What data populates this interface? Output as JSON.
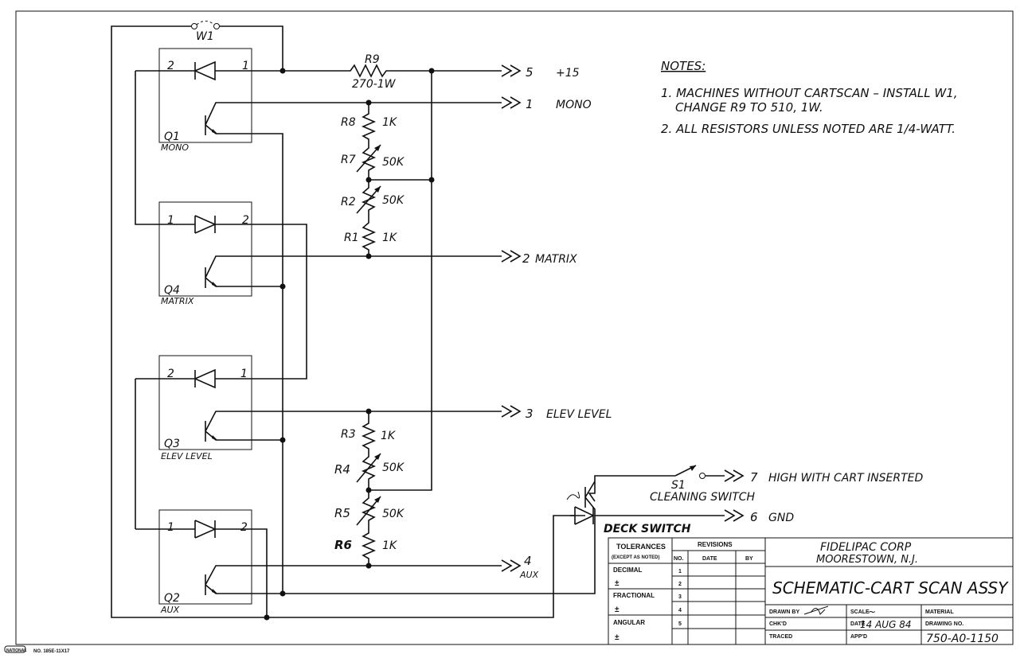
{
  "sheet": {
    "links": {
      "w1": "W1"
    },
    "components": {
      "q1": {
        "ref": "Q1",
        "name": "MONO",
        "pin_a": "2",
        "pin_b": "1"
      },
      "q4": {
        "ref": "Q4",
        "name": "MATRIX",
        "pin_a": "1",
        "pin_b": "2"
      },
      "q3": {
        "ref": "Q3",
        "name": "ELEV LEVEL",
        "pin_a": "2",
        "pin_b": "1"
      },
      "q2": {
        "ref": "Q2",
        "name": "AUX",
        "pin_a": "1",
        "pin_b": "2"
      }
    },
    "resistors": {
      "r9": {
        "ref": "R9",
        "value": "270-1W"
      },
      "r8": {
        "ref": "R8",
        "value": "1K"
      },
      "r7": {
        "ref": "R7",
        "value": "50K"
      },
      "r2": {
        "ref": "R2",
        "value": "50K"
      },
      "r1": {
        "ref": "R1",
        "value": "1K"
      },
      "r3": {
        "ref": "R3",
        "value": "1K"
      },
      "r4": {
        "ref": "R4",
        "value": "50K"
      },
      "r5": {
        "ref": "R5",
        "value": "50K"
      },
      "r6": {
        "ref": "R6",
        "value": "1K"
      }
    },
    "connectors": {
      "c5": {
        "pin": "5",
        "label": "+15"
      },
      "c1": {
        "pin": "1",
        "label": "MONO"
      },
      "c2": {
        "pin": "2",
        "label": "MATRIX"
      },
      "c3": {
        "pin": "3",
        "label": "ELEV LEVEL"
      },
      "c4": {
        "pin": "4",
        "label": "AUX"
      },
      "c7": {
        "pin": "7",
        "label": "HIGH WITH CART INSERTED"
      },
      "c6": {
        "pin": "6",
        "label": "GND"
      }
    },
    "switches": {
      "s1": "S1",
      "s1_name": "CLEANING SWITCH",
      "deck": "DECK SWITCH"
    },
    "notes": {
      "heading": "NOTES:",
      "n1a": "1.  MACHINES WITHOUT CARTSCAN – INSTALL W1,",
      "n1b": "CHANGE R9 TO 510, 1W.",
      "n2": "2.  ALL RESISTORS UNLESS NOTED ARE   1/4-WATT."
    },
    "title_block": {
      "tolerances": "TOLERANCES",
      "except": "(EXCEPT AS NOTED)",
      "decimal": "DECIMAL",
      "fractional": "FRACTIONAL",
      "angular": "ANGULAR",
      "pm": "±",
      "revisions": "REVISIONS",
      "no": "NO.",
      "date": "DATE",
      "by": "BY",
      "rows": [
        "1",
        "2",
        "3",
        "4",
        "5"
      ],
      "company": "FIDELIPAC CORP",
      "city": "MOORESTOWN, N.J.",
      "title": "SCHEMATIC-CART SCAN ASSY",
      "drawn_by_label": "DRAWN BY",
      "scale_label": "SCALE",
      "scale_value": "~",
      "material_label": "MATERIAL",
      "chkd_label": "CHK'D",
      "date_label": "DATE",
      "date_value": "14 AUG 84",
      "drawing_no_label": "DRAWING NO.",
      "drawing_no": "750-A0-1150",
      "traced_label": "TRACED",
      "appd_label": "APP'D"
    },
    "footer": {
      "logo": "NATIONAL",
      "form_no": "NO. 185E-11X17"
    }
  }
}
